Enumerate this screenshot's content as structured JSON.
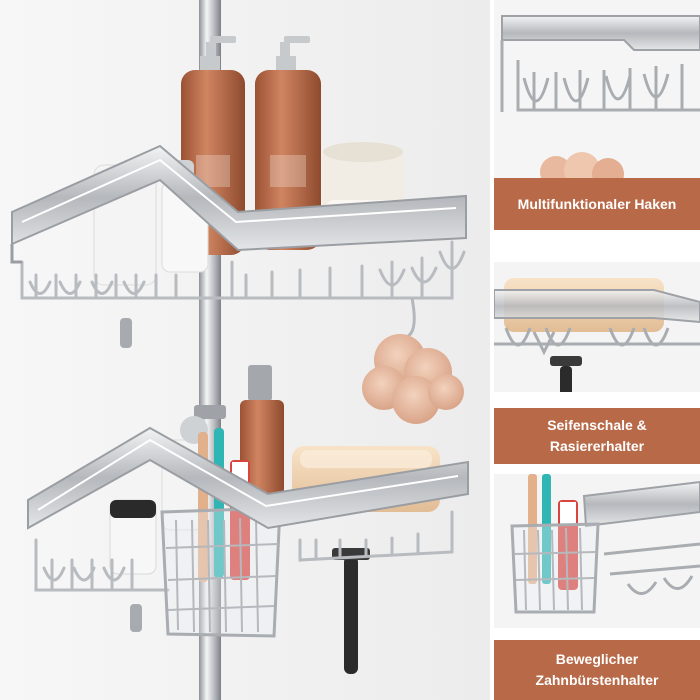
{
  "colors": {
    "banner": "#b86a48",
    "banner_text": "#ffffff",
    "chrome": "#c9ccd0",
    "bottle_amber": "#b96a45",
    "soap": "#f0d2b0"
  },
  "features": [
    {
      "title_lines": [
        "Multifunktionaler Haken"
      ]
    },
    {
      "title_lines": [
        "Seifenschale &",
        "Rasiererhalter"
      ]
    },
    {
      "title_lines": [
        "Beweglicher",
        "Zahnbürstenhalter"
      ]
    }
  ]
}
